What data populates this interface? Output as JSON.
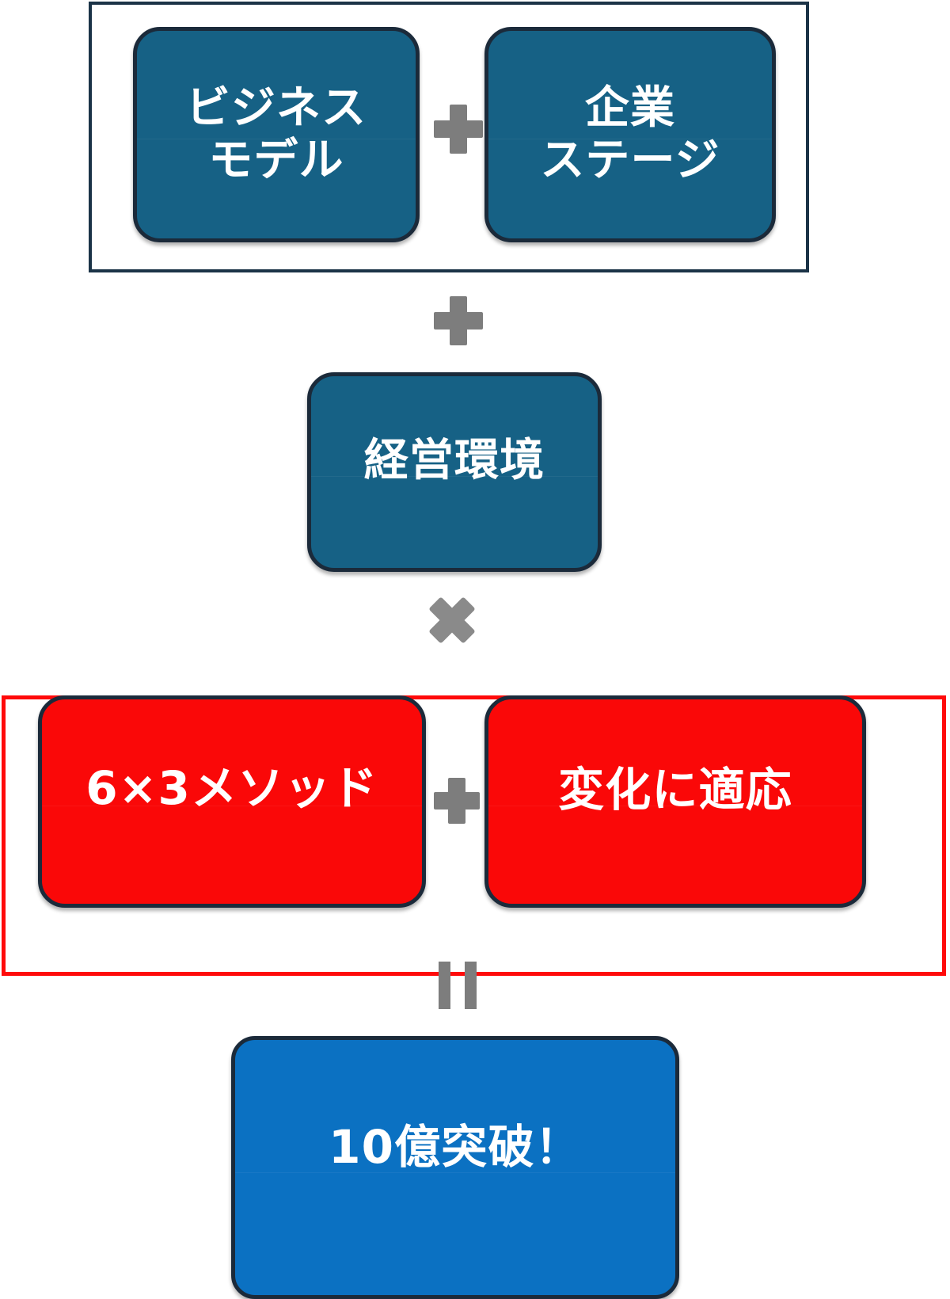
{
  "diagram": {
    "title_implicit": "",
    "colors": {
      "teal": "#166185",
      "red": "#fa0808",
      "blue": "#0b71c2",
      "node_border": "#1b2a3a",
      "group_border_navy": "#1b3347",
      "group_border_red": "#ff0a0a",
      "operator_gray": "#7d7d7d",
      "background": "#ffffff"
    },
    "groups": {
      "inputs": {
        "name": "business-inputs-group",
        "border_color": "#1b3347"
      },
      "method": {
        "name": "method-group",
        "border_color": "#ff0a0a"
      }
    },
    "nodes": {
      "business_model": "ビジネス\nモデル",
      "company_stage": "企業\nステージ",
      "environment": "経営環境",
      "method": "6×3メソッド",
      "adapt": "変化に適応",
      "result": "10億突破！"
    },
    "operators": {
      "plus_inputs": "+",
      "plus_environment": "+",
      "cross_method": "×",
      "plus_method": "+",
      "equals_result": "="
    }
  }
}
